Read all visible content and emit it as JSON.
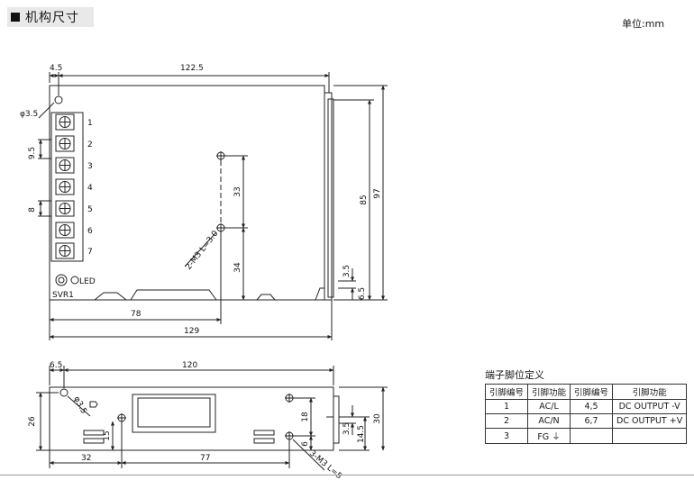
{
  "header": {
    "title": "机构尺寸",
    "unit": "单位:mm"
  },
  "top_view": {
    "dims": {
      "d_4_5": "4.5",
      "d_122_5": "122.5",
      "d_phi3_5": "φ3.5",
      "d_9_5": "9.5",
      "d_8": "8",
      "d_33": "33",
      "d_34": "34",
      "d_85": "85",
      "d_97": "97",
      "d_3_5": "3.5",
      "d_6_5": "6.5",
      "d_78": "78",
      "d_129": "129",
      "screw": "2-M3 L=3.0"
    },
    "terminals": [
      "1",
      "2",
      "3",
      "4",
      "5",
      "6",
      "7"
    ],
    "led": "LED",
    "svr": "SVR1"
  },
  "side_view": {
    "dims": {
      "d_6_5": "6.5",
      "d_120": "120",
      "d_26": "26",
      "d_phi3_5": "φ3.5",
      "d_15": "15",
      "d_18": "18",
      "d_6": "6",
      "d_3_5": "3.5",
      "d_14_5": "14.5",
      "d_30": "30",
      "d_32": "32",
      "d_77": "77",
      "screw": "3-M3 L=5"
    }
  },
  "pin_table": {
    "title": "端子脚位定义",
    "headers": [
      "引脚编号",
      "引脚功能",
      "引脚编号",
      "引脚功能"
    ],
    "rows": [
      [
        "1",
        "AC/L",
        "4,5",
        "DC OUTPUT -V"
      ],
      [
        "2",
        "AC/N",
        "6,7",
        "DC OUTPUT +V"
      ],
      [
        "3",
        "FG ⏚",
        "",
        ""
      ]
    ]
  }
}
